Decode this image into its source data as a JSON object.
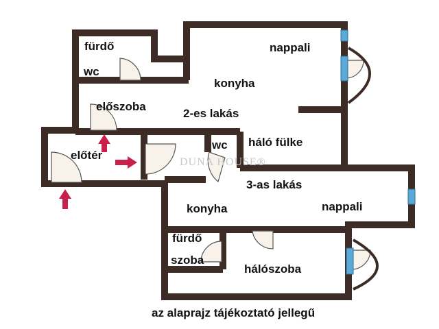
{
  "colors": {
    "wall": "#3d2b26",
    "door": "#f8f2ea",
    "window": "#5aa9d6",
    "arrow": "#c8204a"
  },
  "watermark": "DUNA HOUSE®",
  "flat2": {
    "title": "2-es lakás",
    "rooms": {
      "bath": "fürdő",
      "wc": "wc",
      "hall": "előszoba",
      "kitchen": "konyha",
      "living": "nappali",
      "sleep": "háló fülke",
      "wc2": "wc"
    }
  },
  "lobby": "előtér",
  "flat3": {
    "title": "3-as lakás",
    "rooms": {
      "kitchen": "konyha",
      "living": "nappali",
      "bath1": "fürdő",
      "bath2": "szoba",
      "bedroom": "hálószoba"
    }
  },
  "note": "az alaprajz tájékoztató jellegű"
}
